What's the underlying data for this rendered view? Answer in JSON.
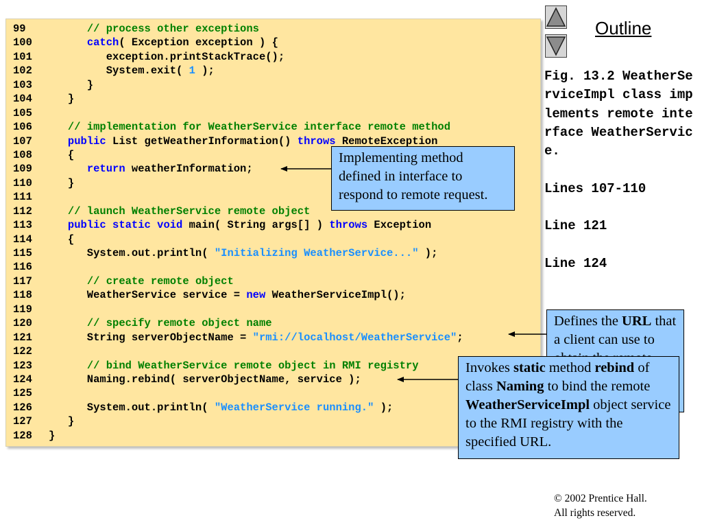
{
  "code": {
    "lines": [
      {
        "num": "99",
        "tokens": [
          {
            "t": "      "
          },
          {
            "t": "// process other exceptions",
            "c": "cm"
          }
        ]
      },
      {
        "num": "100",
        "tokens": [
          {
            "t": "      "
          },
          {
            "t": "catch",
            "c": "kw"
          },
          {
            "t": "( Exception exception ) {"
          }
        ]
      },
      {
        "num": "101",
        "tokens": [
          {
            "t": "         exception.printStackTrace();"
          }
        ]
      },
      {
        "num": "102",
        "tokens": [
          {
            "t": "         System.exit( "
          },
          {
            "t": "1",
            "c": "num"
          },
          {
            "t": " );"
          }
        ]
      },
      {
        "num": "103",
        "tokens": [
          {
            "t": "      }"
          }
        ]
      },
      {
        "num": "104",
        "tokens": [
          {
            "t": "   }"
          }
        ]
      },
      {
        "num": "105",
        "tokens": []
      },
      {
        "num": "106",
        "tokens": [
          {
            "t": "   "
          },
          {
            "t": "// implementation for WeatherService interface remote method",
            "c": "cm"
          }
        ]
      },
      {
        "num": "107",
        "tokens": [
          {
            "t": "   "
          },
          {
            "t": "public",
            "c": "kw"
          },
          {
            "t": " List getWeatherInformation() "
          },
          {
            "t": "throws",
            "c": "kw"
          },
          {
            "t": " RemoteException"
          }
        ]
      },
      {
        "num": "108",
        "tokens": [
          {
            "t": "   {"
          }
        ]
      },
      {
        "num": "109",
        "tokens": [
          {
            "t": "      "
          },
          {
            "t": "return",
            "c": "kw"
          },
          {
            "t": " weatherInformation;"
          }
        ]
      },
      {
        "num": "110",
        "tokens": [
          {
            "t": "   }"
          }
        ]
      },
      {
        "num": "111",
        "tokens": []
      },
      {
        "num": "112",
        "tokens": [
          {
            "t": "   "
          },
          {
            "t": "// launch WeatherService remote object",
            "c": "cm"
          }
        ]
      },
      {
        "num": "113",
        "tokens": [
          {
            "t": "   "
          },
          {
            "t": "public",
            "c": "kw"
          },
          {
            "t": " "
          },
          {
            "t": "static",
            "c": "kw"
          },
          {
            "t": " "
          },
          {
            "t": "void",
            "c": "kw"
          },
          {
            "t": " main( String args[] ) "
          },
          {
            "t": "throws",
            "c": "kw"
          },
          {
            "t": " Exception"
          }
        ]
      },
      {
        "num": "114",
        "tokens": [
          {
            "t": "   {"
          }
        ]
      },
      {
        "num": "115",
        "tokens": [
          {
            "t": "      System.out.println( "
          },
          {
            "t": "\"Initializing WeatherService...\"",
            "c": "str"
          },
          {
            "t": " );"
          }
        ]
      },
      {
        "num": "116",
        "tokens": []
      },
      {
        "num": "117",
        "tokens": [
          {
            "t": "      "
          },
          {
            "t": "// create remote object",
            "c": "cm"
          }
        ]
      },
      {
        "num": "118",
        "tokens": [
          {
            "t": "      WeatherService service = "
          },
          {
            "t": "new",
            "c": "kw"
          },
          {
            "t": " WeatherServiceImpl();"
          }
        ]
      },
      {
        "num": "119",
        "tokens": []
      },
      {
        "num": "120",
        "tokens": [
          {
            "t": "      "
          },
          {
            "t": "// specify remote object name",
            "c": "cm"
          }
        ]
      },
      {
        "num": "121",
        "tokens": [
          {
            "t": "      String serverObjectName = "
          },
          {
            "t": "\"rmi://localhost/WeatherService\"",
            "c": "str"
          },
          {
            "t": ";"
          }
        ]
      },
      {
        "num": "122",
        "tokens": []
      },
      {
        "num": "123",
        "tokens": [
          {
            "t": "      "
          },
          {
            "t": "// bind WeatherService remote object in RMI registry",
            "c": "cm"
          }
        ]
      },
      {
        "num": "124",
        "tokens": [
          {
            "t": "      Naming.rebind( serverObjectName, service );"
          }
        ]
      },
      {
        "num": "125",
        "tokens": []
      },
      {
        "num": "126",
        "tokens": [
          {
            "t": "      System.out.println( "
          },
          {
            "t": "\"WeatherService running.\"",
            "c": "str"
          },
          {
            "t": " );"
          }
        ]
      },
      {
        "num": "127",
        "tokens": [
          {
            "t": "   }"
          }
        ]
      },
      {
        "num": "128",
        "tokens": [
          {
            "t": "}"
          }
        ]
      }
    ]
  },
  "nav": {
    "up_icon": "triangle-up-icon",
    "down_icon": "triangle-down-icon",
    "outline_label": "Outline"
  },
  "side": {
    "caption": "Fig. 13.2 WeatherServiceImpl class implements remote interface WeatherService.",
    "refs": [
      "Lines 107-110",
      "Line 121",
      "Line 124"
    ]
  },
  "callouts": [
    {
      "segments": [
        {
          "t": "Implementing method defined in interface to respond to remote request."
        }
      ]
    },
    {
      "segments": [
        {
          "t": "Defines the "
        },
        {
          "t": "URL",
          "b": true
        },
        {
          "t": " that a client can use to obtain the remote object."
        }
      ]
    },
    {
      "segments": [
        {
          "t": "Invokes "
        },
        {
          "t": "static",
          "b": true
        },
        {
          "t": " method "
        },
        {
          "t": "rebind",
          "b": true
        },
        {
          "t": " of class "
        },
        {
          "t": "Naming",
          "b": true
        },
        {
          "t": " to bind the remote "
        },
        {
          "t": "WeatherServiceImpl",
          "b": true
        },
        {
          "t": " object service to the RMI registry with the specified URL."
        }
      ]
    }
  ],
  "footer": {
    "copyright_line1": "© 2002 Prentice Hall.",
    "copyright_line2": "All rights reserved."
  },
  "colors": {
    "code_bg": "#ffe6a0",
    "keyword": "#0000ff",
    "comment": "#008000",
    "string": "#1a8fff",
    "callout_bg": "#99ccff"
  }
}
